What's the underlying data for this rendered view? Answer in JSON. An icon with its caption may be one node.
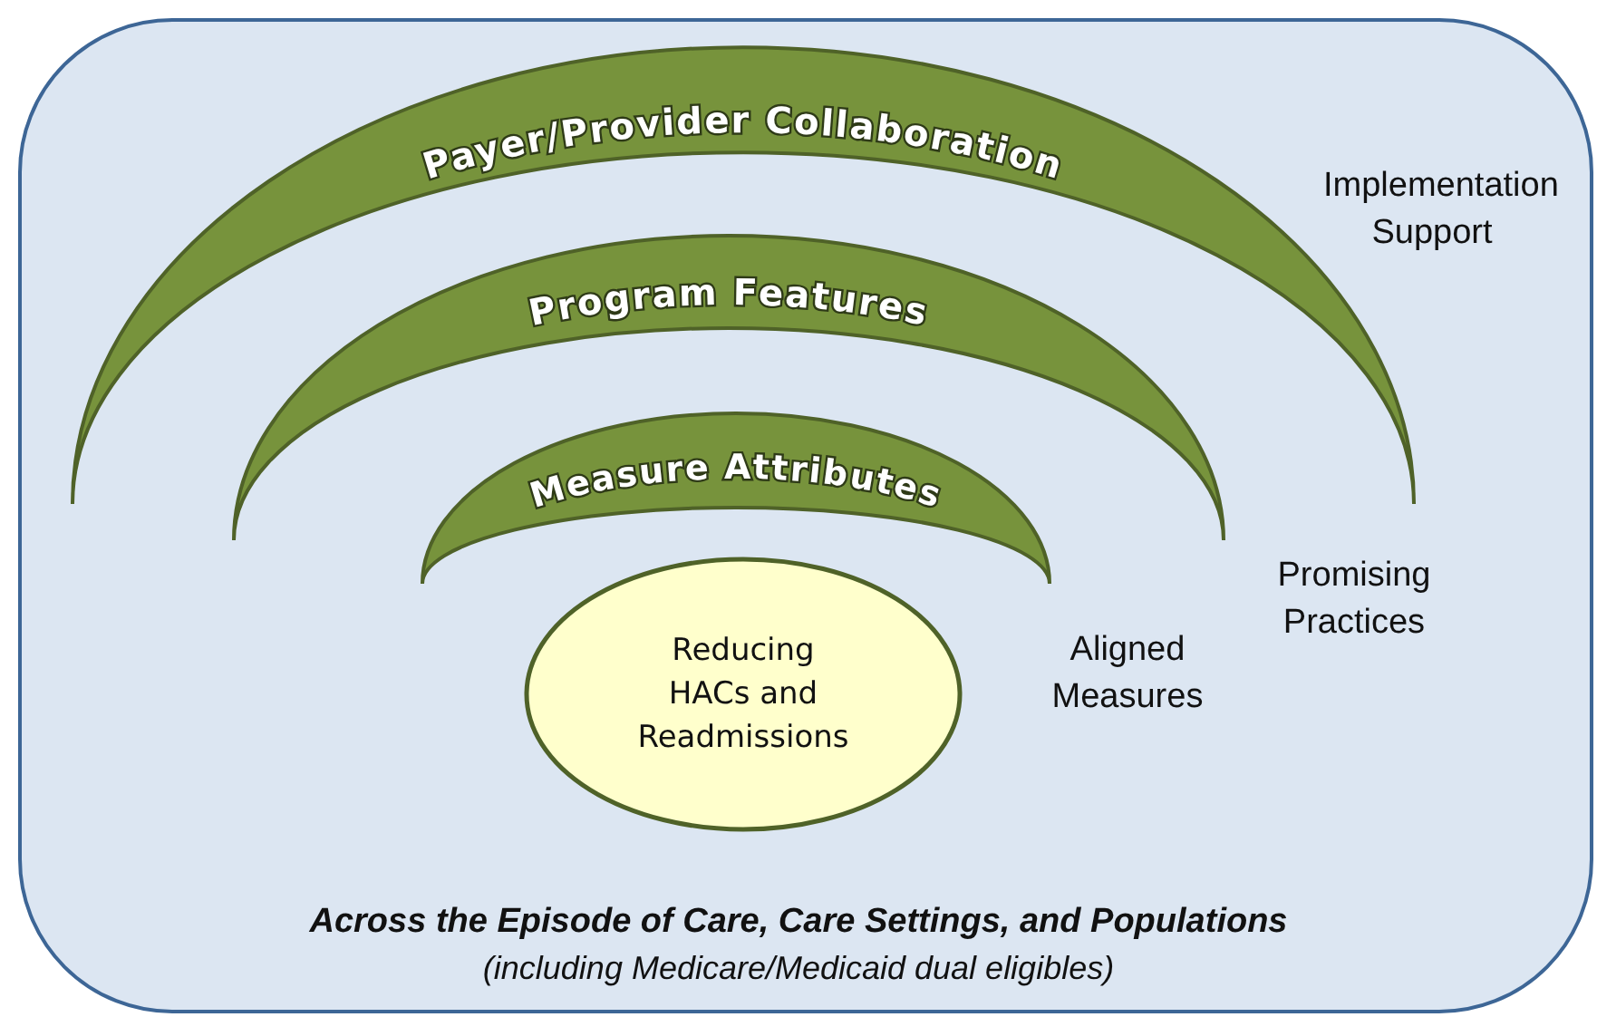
{
  "diagram": {
    "nodes": [
      {
        "text": [
          "Across the Episode of Care, Care Settings, and Populations",
          "(including Medicare/Medicaid dual eligibles)"
        ]
      },
      {
        "text": [
          "Payer/Provider Collaboration"
        ],
        "in": 0
      },
      {
        "text": [
          "Program Features"
        ],
        "in": 0
      },
      {
        "text": [
          "Measure Attributes"
        ],
        "in": 0
      },
      {
        "text": [
          "Reducing HACs and Readmissions"
        ],
        "in": 0
      }
    ],
    "labels": [
      "Implementation Support",
      "Promising Practices",
      "Aligned Measures"
    ]
  }
}
